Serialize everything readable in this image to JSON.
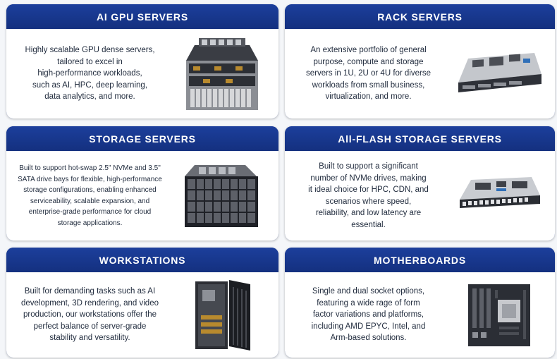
{
  "cards": [
    {
      "title": "AI GPU SERVERS",
      "lines": [
        "Highly scalable GPU dense servers,",
        "tailored to excel in",
        "high-performance workloads,",
        "such as AI, HPC, deep learning,",
        "data analytics, and more."
      ],
      "icon": "gpu-server-image"
    },
    {
      "title": "RACK SERVERS",
      "lines": [
        "An extensive portfolio of general",
        "purpose, compute and storage",
        "servers in 1U, 2U or 4U for diverse",
        "workloads from small business,",
        "virtualization, and more."
      ],
      "icon": "rack-server-image"
    },
    {
      "title": "STORAGE SERVERS",
      "lines": [
        "Built to support hot-swap 2.5\" NVMe and 3.5\"",
        "SATA drive bays for flexible, high-performance",
        "storage configurations, enabling enhanced",
        "serviceability, scalable expansion, and",
        "enterprise-grade performance for cloud",
        "storage applications."
      ],
      "icon": "storage-server-image"
    },
    {
      "title": "All-FLASH STORAGE SERVERS",
      "lines": [
        "Built to support a significant",
        "number of NVMe drives, making",
        "it ideal choice for HPC, CDN, and",
        "scenarios where speed,",
        "reliability, and low latency are",
        "essential."
      ],
      "icon": "flash-storage-server-image"
    },
    {
      "title": "WORKSTATIONS",
      "lines": [
        "Built for demanding tasks such as AI",
        "development, 3D rendering, and video",
        "production, our workstations offer the",
        "perfect balance of server-grade",
        "stability and versatility."
      ],
      "icon": "workstation-image"
    },
    {
      "title": "MOTHERBOARDS",
      "lines": [
        "Single and dual socket options,",
        "featuring a wide rage of form",
        "factor variations and platforms,",
        "including AMD EPYC, Intel, and",
        "Arm-based solutions."
      ],
      "icon": "motherboard-image"
    }
  ]
}
